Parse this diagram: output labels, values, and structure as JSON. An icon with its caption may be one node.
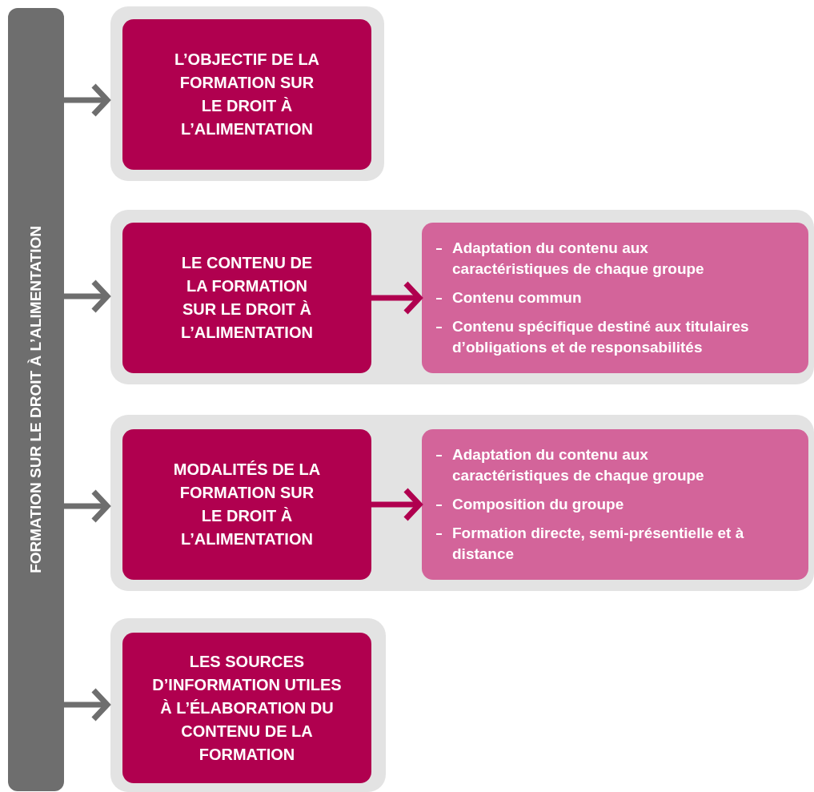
{
  "diagram": {
    "nodes": [
      {
        "text": [
          "FORMATION SUR LE DROIT À L’ALIMENTATION"
        ]
      },
      {
        "text": [],
        "shape": "box"
      },
      {
        "text": [
          "L’OBJECTIF DE LA FORMATION SUR LE DROIT À L’ALIMENTATION"
        ],
        "in": 1
      },
      {
        "text": [],
        "shape": "box"
      },
      {
        "text": [
          "LE CONTENU DE LA FORMATION SUR LE DROIT À L’ALIMENTATION"
        ],
        "in": 3
      },
      {
        "text": [
          "Adaptation du contenu aux caractéristiques de chaque groupe",
          "Contenu commun",
          "Contenu spécifique destiné aux titulaires d’obligations et de responsabilités"
        ],
        "in": 3
      },
      {
        "text": [],
        "shape": "box"
      },
      {
        "text": [
          "MODALITÉS DE LA FORMATION SUR LE DROIT À L’ALIMENTATION"
        ],
        "in": 6
      },
      {
        "text": [
          "Adaptation du contenu aux caractéristiques de chaque groupe",
          "Composition du groupe",
          "Formation directe, semi-présentielle et à distance"
        ],
        "in": 6
      },
      {
        "text": [],
        "shape": "box"
      },
      {
        "text": [
          "LES SOURCES D’INFORMATION UTILES À L’ÉLABORATION DU CONTENU DE LA FORMATION"
        ],
        "in": 9
      }
    ],
    "edges": [
      {
        "from": 0,
        "to": 1,
        "arrow": "to"
      },
      {
        "from": 0,
        "to": 3,
        "arrow": "to"
      },
      {
        "from": 0,
        "to": 6,
        "arrow": "to"
      },
      {
        "from": 0,
        "to": 9,
        "arrow": "to"
      },
      {
        "from": 4,
        "to": 5,
        "arrow": "to",
        "color": "#b0004f"
      },
      {
        "from": 7,
        "to": 8,
        "arrow": "to",
        "color": "#b0004f"
      }
    ]
  }
}
